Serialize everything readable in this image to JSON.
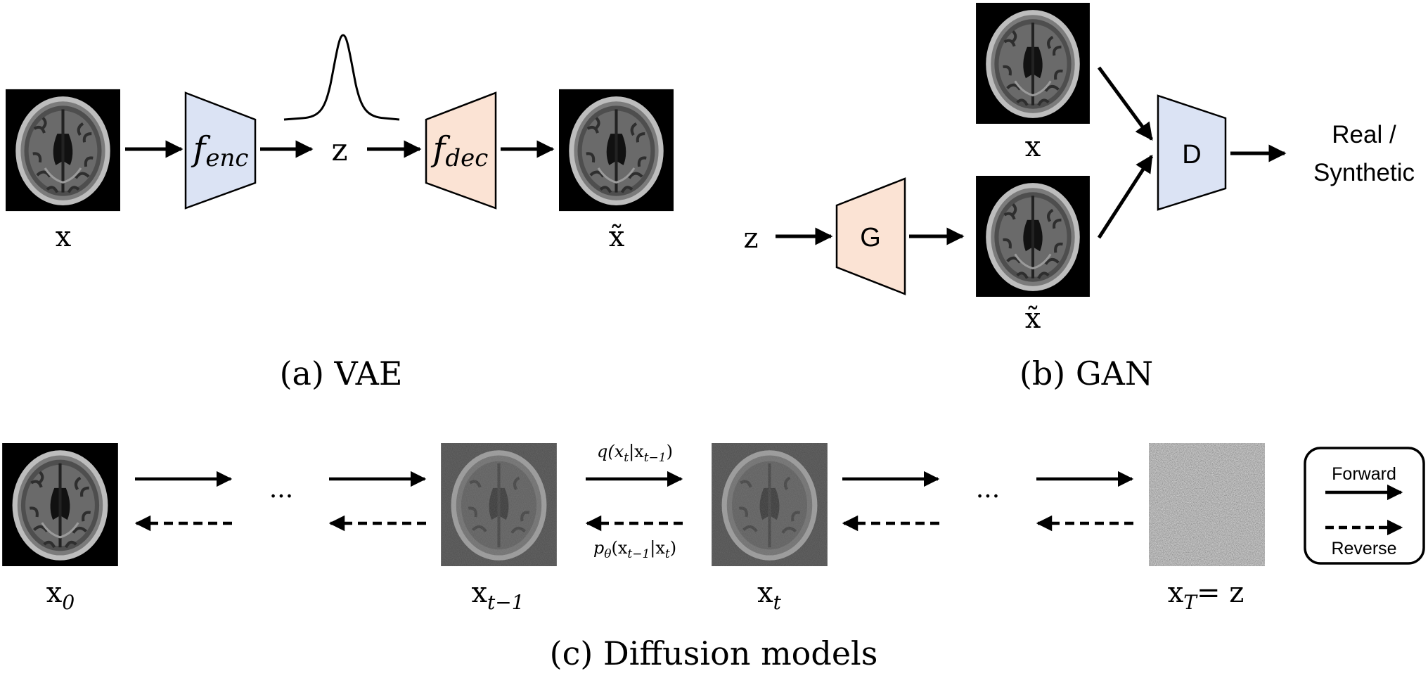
{
  "colors": {
    "blue_box": "#dbe3f4",
    "orange_box": "#fbe3d4",
    "stroke": "#000000",
    "noisy_bg": "#4a4a4a",
    "image_bg": "#000000"
  },
  "icons": {
    "brain": "brain-mri-icon",
    "noise": "gaussian-noise-icon",
    "gaussian": "gaussian-curve-icon"
  },
  "vae": {
    "input_label": "x",
    "encoder_label_base": "f",
    "encoder_label_sub": "enc",
    "latent_label": "z",
    "decoder_label_base": "f",
    "decoder_label_sub": "dec",
    "output_label": "x̃",
    "caption": "(a) VAE"
  },
  "gan": {
    "real_label": "x",
    "noise_label": "z",
    "generator_label": "G",
    "fake_label": "x̃",
    "discriminator_label": "D",
    "output_line1": "Real /",
    "output_line2": "Synthetic",
    "caption": "(b) GAN"
  },
  "diffusion": {
    "x0_base": "x",
    "x0_sub": "0",
    "xt1_base": "x",
    "xt1_sub": "t−1",
    "xt_base": "x",
    "xt_sub": "t",
    "xT_base": "x",
    "xT_sub": "T",
    "xT_suffix": "= z",
    "ellipsis": "···",
    "forward_fn": "q(x",
    "forward_fn_sub1": "t",
    "forward_fn_mid": "|x",
    "forward_fn_sub2": "t−1",
    "forward_fn_end": ")",
    "reverse_fn": "p",
    "reverse_fn_theta": "θ",
    "reverse_fn_open": "(x",
    "reverse_fn_sub1": "t−1",
    "reverse_fn_mid": "|x",
    "reverse_fn_sub2": "t",
    "reverse_fn_end": ")",
    "caption": "(c) Diffusion models",
    "legend": {
      "forward": "Forward",
      "reverse": "Reverse"
    }
  }
}
